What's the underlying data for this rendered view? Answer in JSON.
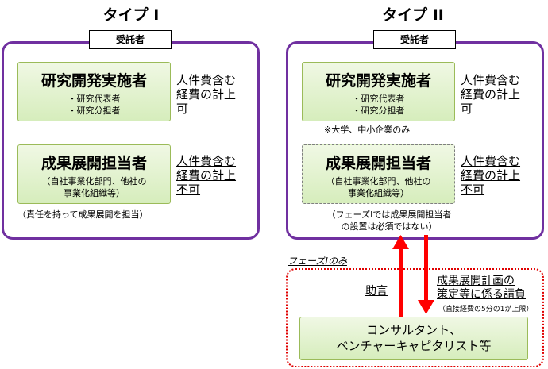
{
  "type1": {
    "title": "タイプ Ⅰ",
    "consignee_label": "受託者",
    "box1": {
      "title": "研究開発実施者",
      "lines": [
        "・研究代表者",
        "・研究分担者"
      ]
    },
    "box1_side": [
      "人件費含む",
      "経費の計上",
      "可"
    ],
    "box2": {
      "title": "成果展開担当者",
      "lines": [
        "（自社事業化部門、他社の",
        "事業化組織等）"
      ]
    },
    "box2_side": [
      "人件費含む",
      "経費の計上",
      "不可"
    ],
    "note": "（責任を持って成果展開を担当）"
  },
  "type2": {
    "title": "タイプ II",
    "consignee_label": "受託者",
    "box1": {
      "title": "研究開発実施者",
      "lines": [
        "・研究代表者",
        "・研究分担者"
      ]
    },
    "box1_side": [
      "人件費含む",
      "経費の計上",
      "可"
    ],
    "box1_note": "※大学、中小企業のみ",
    "box2": {
      "title": "成果展開担当者",
      "lines": [
        "（自社事業化部門、他社の",
        "事業化組織等）"
      ]
    },
    "box2_side": [
      "人件費含む",
      "経費の計上",
      "不可"
    ],
    "note": [
      "（フェーズⅠでは成果展開担当者",
      "の設置は必須ではない）"
    ]
  },
  "phase": {
    "label": "フェーズⅠのみ",
    "advice": "助言",
    "request": [
      "成果展開計画の",
      "策定等に係る請負"
    ],
    "request_sub": "（直接経費の5分の1が上限）",
    "consultant": [
      "コンサルタント、",
      "ベンチャーキャピタリスト等"
    ]
  },
  "colors": {
    "frame": "#7030a0",
    "arrow": "#ff0000",
    "dotted": "#e00000",
    "box_border": "#9bbb59"
  }
}
